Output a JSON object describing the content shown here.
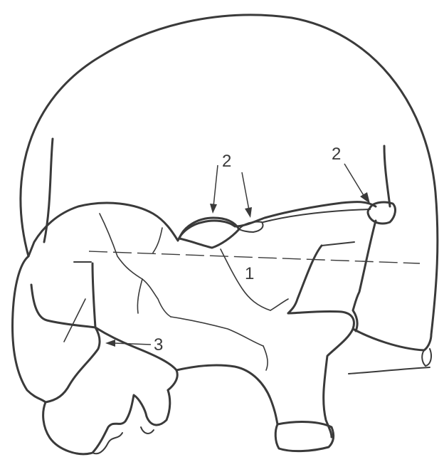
{
  "labels": {
    "label_1": "1",
    "label_2a": "2",
    "label_2b": "2",
    "label_3": "3"
  },
  "colors": {
    "ink": "#3a3a3a",
    "background": "#ffffff"
  }
}
